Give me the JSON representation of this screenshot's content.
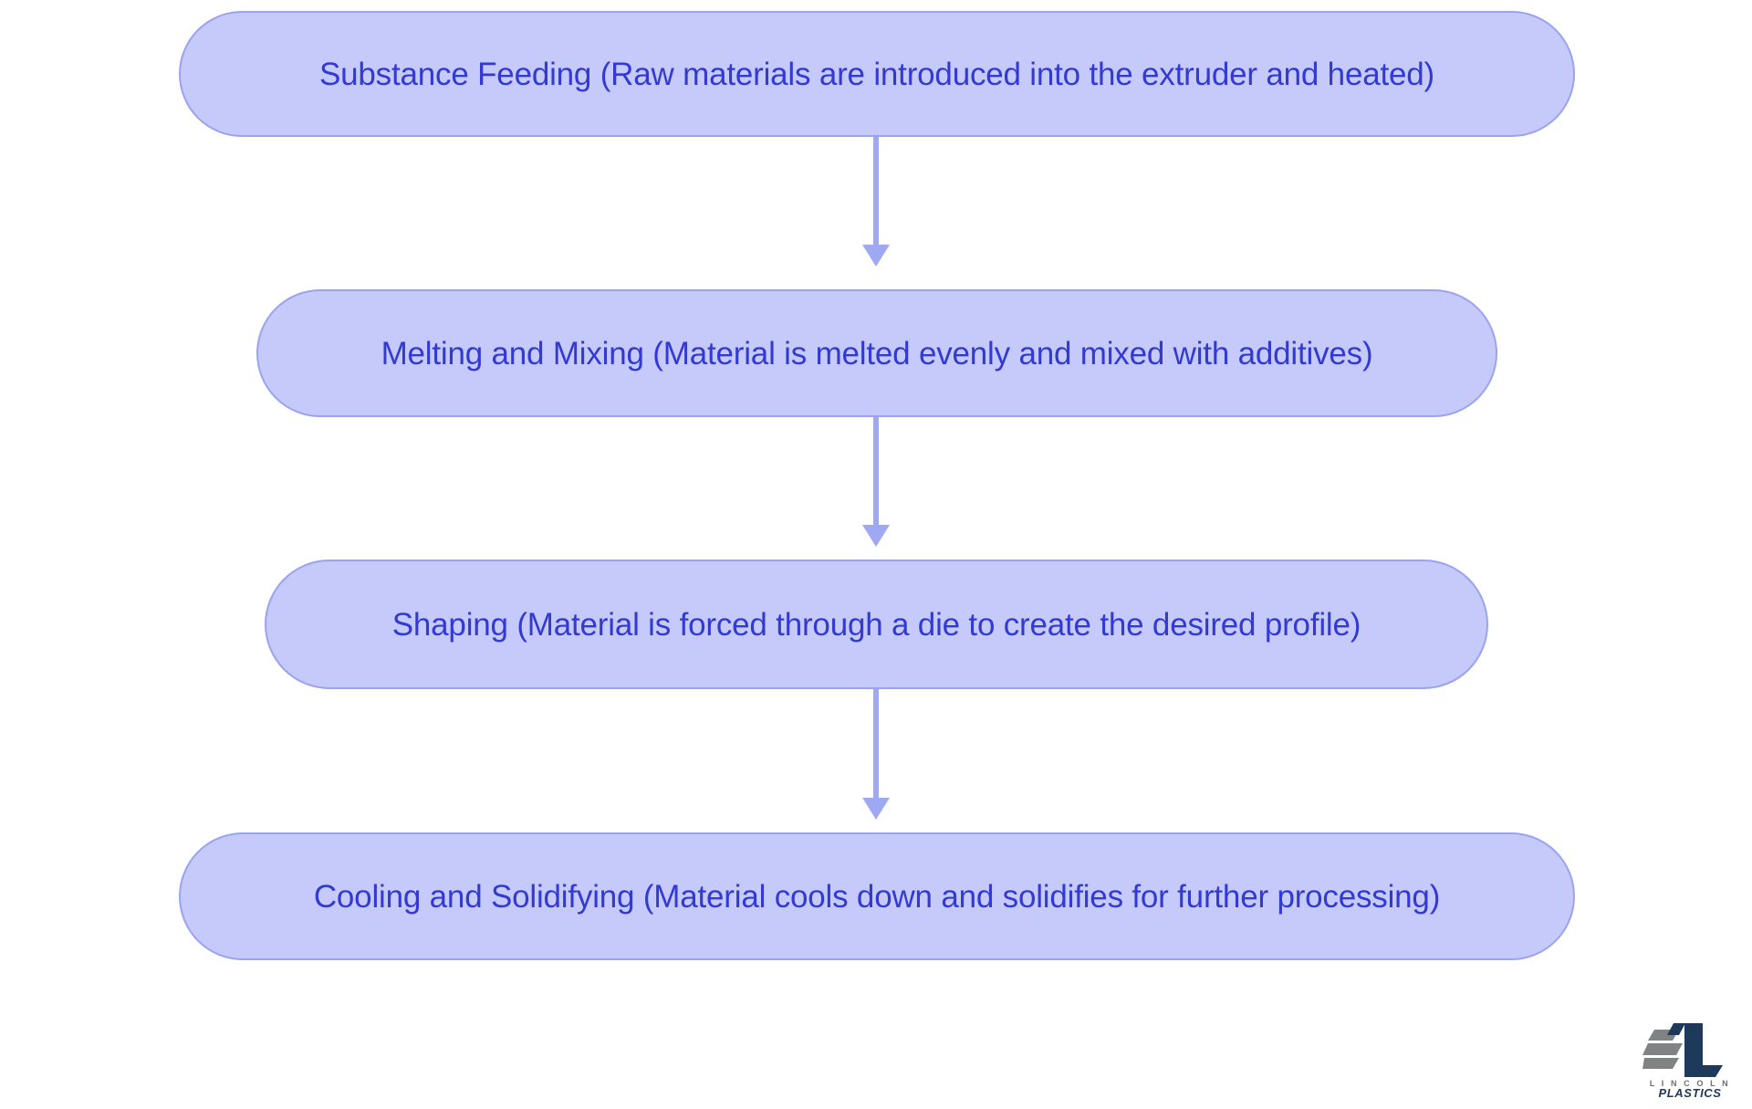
{
  "diagram": {
    "type": "flowchart",
    "orientation": "top-to-bottom",
    "title": "",
    "background_color": "#ffffff",
    "node_fill_color": "#c5cafa",
    "node_border_color": "#9aa3f0",
    "node_text_color": "#333ad4",
    "connector_color": "#9fa8f2",
    "nodes": [
      {
        "id": "substance-feeding",
        "label": "Substance Feeding (Raw materials are introduced into the extruder and heated)",
        "step": 1
      },
      {
        "id": "melting-and-mixing",
        "label": "Melting and Mixing (Material is melted evenly and mixed with additives)",
        "step": 2
      },
      {
        "id": "shaping",
        "label": "Shaping (Material is forced through a die to create the desired profile)",
        "step": 3
      },
      {
        "id": "cooling-and-solidifying",
        "label": "Cooling and Solidifying (Material cools down and solidifies for further processing)",
        "step": 4
      }
    ],
    "edges": [
      {
        "id": "edge-1",
        "from": "substance-feeding",
        "to": "melting-and-mixing",
        "label": "",
        "arrow": "down-arrow-icon"
      },
      {
        "id": "edge-2",
        "from": "melting-and-mixing",
        "to": "shaping",
        "label": "",
        "arrow": "down-arrow-icon"
      },
      {
        "id": "edge-3",
        "from": "shaping",
        "to": "cooling-and-solidifying",
        "label": "",
        "arrow": "down-arrow-icon"
      }
    ]
  },
  "logo": {
    "name": "lincoln-plastics-logo",
    "primary_text": "PLASTICS",
    "secondary_text": "L I N C O L N",
    "mark_letter": "L",
    "navy_color": "#1d3a5c",
    "gray_color": "#808284"
  }
}
